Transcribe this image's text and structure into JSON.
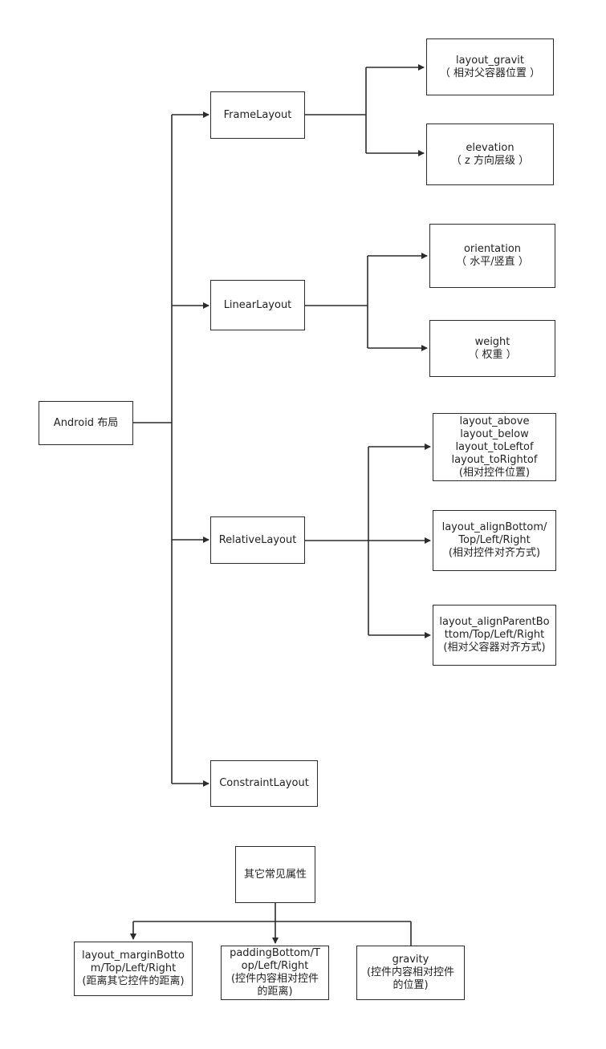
{
  "diagram": {
    "root": {
      "label": "Android 布局"
    },
    "layouts": [
      {
        "key": "frame",
        "label": "FrameLayout"
      },
      {
        "key": "linear",
        "label": "LinearLayout"
      },
      {
        "key": "relative",
        "label": "RelativeLayout"
      },
      {
        "key": "constraint",
        "label": "ConstraintLayout"
      }
    ],
    "frame_attrs": [
      {
        "label": "layout_gravit\n（ 相对父容器位置 ）"
      },
      {
        "label": "elevation\n（ z 方向层级 ）"
      }
    ],
    "linear_attrs": [
      {
        "label": "orientation\n（ 水平/竖直 ）"
      },
      {
        "label": "weight\n（ 权重 ）"
      }
    ],
    "relative_attrs": [
      {
        "label": "layout_above\nlayout_below\nlayout_toLeftof\nlayout_toRightof\n(相对控件位置)"
      },
      {
        "label": "layout_alignBottom/\nTop/Left/Right\n(相对控件对齐方式)"
      },
      {
        "label": "layout_alignParentBo\nttom/Top/Left/Right\n(相对父容器对齐方式)"
      }
    ],
    "common": {
      "label": "其它常见属性",
      "children": [
        {
          "label": "layout_marginBotto\nm/Top/Left/Right\n(距离其它控件的距离)"
        },
        {
          "label": "paddingBottom/T\nop/Left/Right\n(控件内容相对控件\n的距离)"
        },
        {
          "label": "gravity\n(控件内容相对控件\n的位置)"
        }
      ]
    }
  }
}
